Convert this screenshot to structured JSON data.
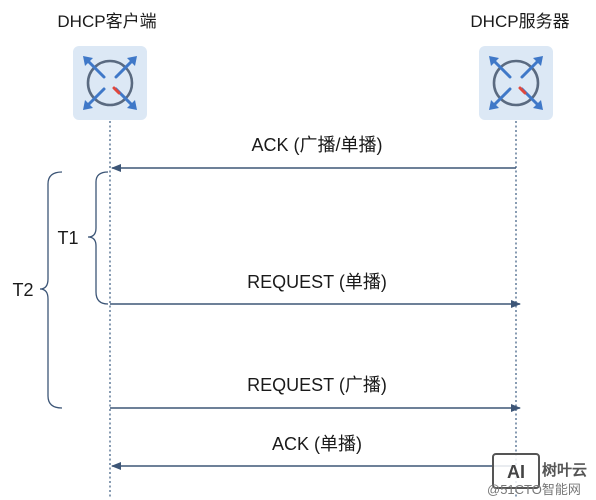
{
  "participants": {
    "client": {
      "label": "DHCP客户端",
      "icon": "router-icon"
    },
    "server": {
      "label": "DHCP服务器",
      "icon": "router-icon"
    }
  },
  "messages": [
    {
      "label": "ACK (广播/单播)",
      "direction": "server-to-client"
    },
    {
      "label": "REQUEST (单播)",
      "direction": "client-to-server"
    },
    {
      "label": "REQUEST (广播)",
      "direction": "client-to-server"
    },
    {
      "label": "ACK (单播)",
      "direction": "server-to-client"
    }
  ],
  "timers": {
    "t1": {
      "label": "T1"
    },
    "t2": {
      "label": "T2"
    }
  },
  "watermark": {
    "logo_text": "AI",
    "brand": "树叶云",
    "source": "@51CTO智能网"
  },
  "colors": {
    "line": "#3d5677",
    "icon_bg": "#dce8f5",
    "icon_ring": "#5a6a80",
    "icon_arrow": "#3f78c8",
    "icon_accent": "#e0483e"
  }
}
